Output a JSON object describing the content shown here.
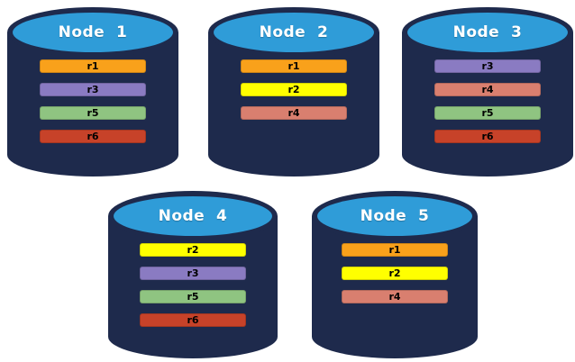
{
  "colors": {
    "body": "#1E2A4C",
    "top": "#2F9CD8",
    "label_text": "#FFFFFF",
    "row_text": "#000000",
    "rows": {
      "r1": "#F9A11B",
      "r2": "#FFFF00",
      "r3": "#8A7BC2",
      "r4": "#D97F6F",
      "r5": "#8FC481",
      "r6": "#C74229"
    }
  },
  "nodes": [
    {
      "label": "Node  1",
      "rows": [
        "r1",
        "r3",
        "r5",
        "r6"
      ]
    },
    {
      "label": "Node  2",
      "rows": [
        "r1",
        "r2",
        "r4"
      ]
    },
    {
      "label": "Node  3",
      "rows": [
        "r3",
        "r4",
        "r5",
        "r6"
      ]
    },
    {
      "label": "Node  4",
      "rows": [
        "r2",
        "r3",
        "r5",
        "r6"
      ]
    },
    {
      "label": "Node  5",
      "rows": [
        "r1",
        "r2",
        "r4"
      ]
    }
  ]
}
